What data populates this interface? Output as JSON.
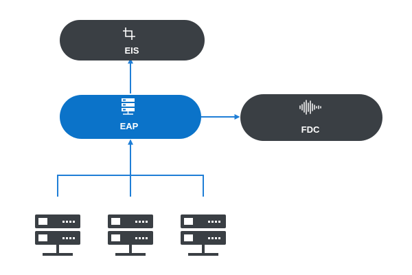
{
  "colors": {
    "dark_node": "#3a3f44",
    "accent_node": "#0b73c9",
    "connector": "#1f7ed6",
    "equipment": "#3a3f44",
    "icon": "#ffffff"
  },
  "nodes": {
    "eis": {
      "label": "EIS",
      "icon": "crop-icon"
    },
    "eap": {
      "label": "EAP",
      "icon": "server-icon"
    },
    "fdc": {
      "label": "FDC",
      "icon": "waveform-icon"
    }
  },
  "equipment": [
    {
      "icon": "server-rack-icon"
    },
    {
      "icon": "server-rack-icon"
    },
    {
      "icon": "server-rack-icon"
    }
  ]
}
